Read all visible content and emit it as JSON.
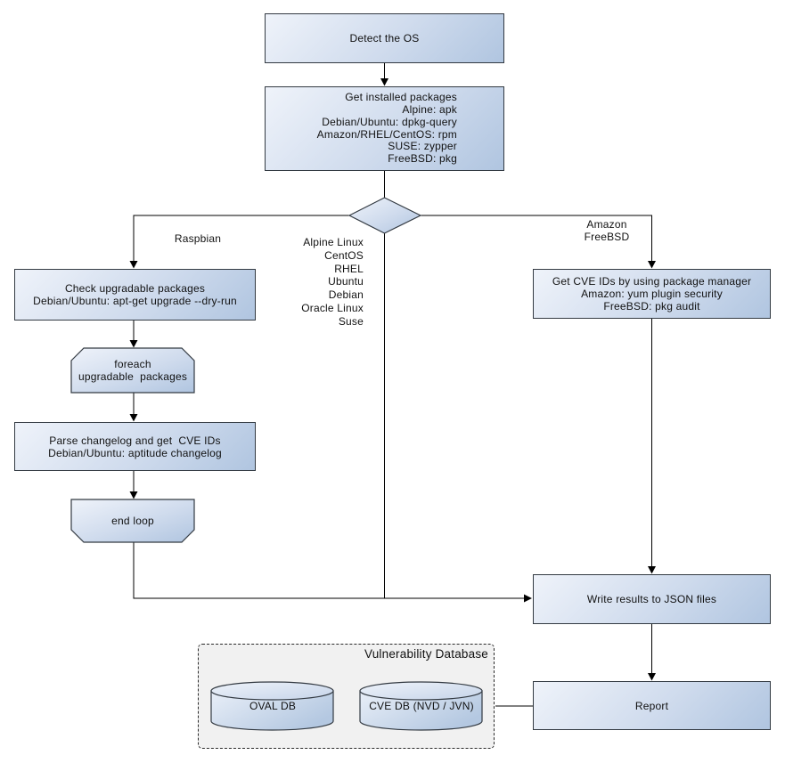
{
  "diagram": {
    "nodes": {
      "detect_os": {
        "label": "Detect the OS"
      },
      "get_installed_packages": {
        "lines": [
          "Get installed packages",
          "Alpine: apk",
          "Debian/Ubuntu: dpkg-query",
          "Amazon/RHEL/CentOS: rpm",
          "SUSE: zypper",
          "FreeBSD: pkg"
        ]
      },
      "check_upgradable": {
        "lines": [
          "Check upgradable packages",
          "Debian/Ubuntu: apt-get upgrade --dry-run"
        ]
      },
      "foreach_loop": {
        "lines": [
          "foreach",
          "upgradable  packages"
        ]
      },
      "parse_changelog": {
        "lines": [
          "Parse changelog and get  CVE IDs",
          "Debian/Ubuntu: aptitude changelog"
        ]
      },
      "end_loop": {
        "label": "end loop"
      },
      "get_cve_pkg_manager": {
        "lines": [
          "Get CVE IDs by using package manager",
          "Amazon: yum plugin security",
          "FreeBSD: pkg audit"
        ]
      },
      "write_results": {
        "label": "Write results to JSON files"
      },
      "report": {
        "label": "Report"
      },
      "oval_db": {
        "label": "OVAL DB"
      },
      "cve_db": {
        "label": "CVE DB (NVD / JVN)"
      }
    },
    "edge_labels": {
      "raspbian": "Raspbian",
      "amazon": "Amazon",
      "freebsd": "FreeBSD",
      "os_list": [
        "Alpine Linux",
        "CentOS",
        "RHEL",
        "Ubuntu",
        "Debian",
        "Oracle Linux",
        "Suse"
      ]
    },
    "group": {
      "title": "Vulnerability Database"
    },
    "colors": {
      "node_fill_light": "#eff3fa",
      "node_fill_dark": "#b0c5e0",
      "node_border": "#333a42",
      "connector": "#000000",
      "group_fill": "#f1f1f1"
    }
  }
}
